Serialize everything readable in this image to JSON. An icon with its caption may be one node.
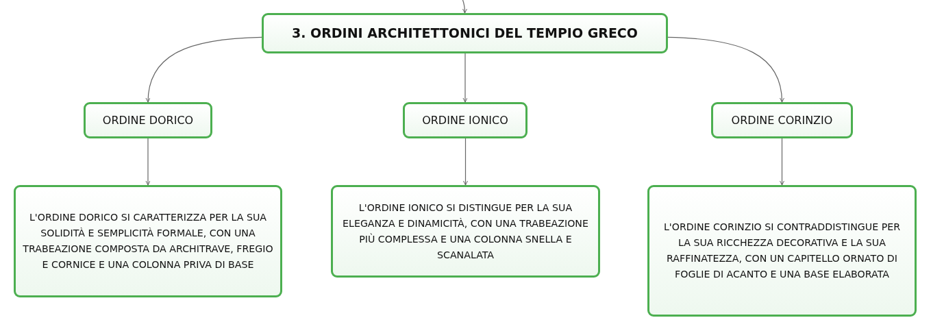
{
  "diagram": {
    "nodes": [
      {
        "text": [
          "3. ORDINI ARCHITETTONICI DEL TEMPIO GRECO"
        ]
      },
      {
        "text": [
          "ORDINE DORICO"
        ]
      },
      {
        "text": [
          "ORDINE IONICO"
        ]
      },
      {
        "text": [
          "ORDINE CORINZIO"
        ]
      },
      {
        "text": [
          "L'ORDINE DORICO SI CARATTERIZZA PER LA SUA SOLIDITÀ E SEMPLICITÀ FORMALE, CON UNA TRABEAZIONE COMPOSTA DA ARCHITRAVE, FREGIO E CORNICE E UNA COLONNA PRIVA DI BASE"
        ]
      },
      {
        "text": [
          "L'ORDINE IONICO SI DISTINGUE PER LA SUA ELEGANZA E DINAMICITÀ, CON UNA TRABEAZIONE PIÙ COMPLESSA E UNA COLONNA SNELLA E SCANALATA"
        ]
      },
      {
        "text": [
          "L'ORDINE CORINZIO SI CONTRADDISTINGUE PER LA SUA RICCHEZZA DECORATIVA E LA SUA RAFFINATEZZA, CON UN CAPITELLO ORNATO DI FOGLIE DI ACANTO E UNA BASE ELABORATA"
        ]
      }
    ],
    "edges": [
      {
        "from": null,
        "to": 0,
        "arrow": "to"
      },
      {
        "from": 0,
        "to": 1,
        "arrow": "to"
      },
      {
        "from": 0,
        "to": 2,
        "arrow": "to"
      },
      {
        "from": 0,
        "to": 3,
        "arrow": "to"
      },
      {
        "from": 1,
        "to": 4,
        "arrow": "to"
      },
      {
        "from": 2,
        "to": 5,
        "arrow": "to"
      },
      {
        "from": 3,
        "to": 6,
        "arrow": "to"
      }
    ]
  }
}
